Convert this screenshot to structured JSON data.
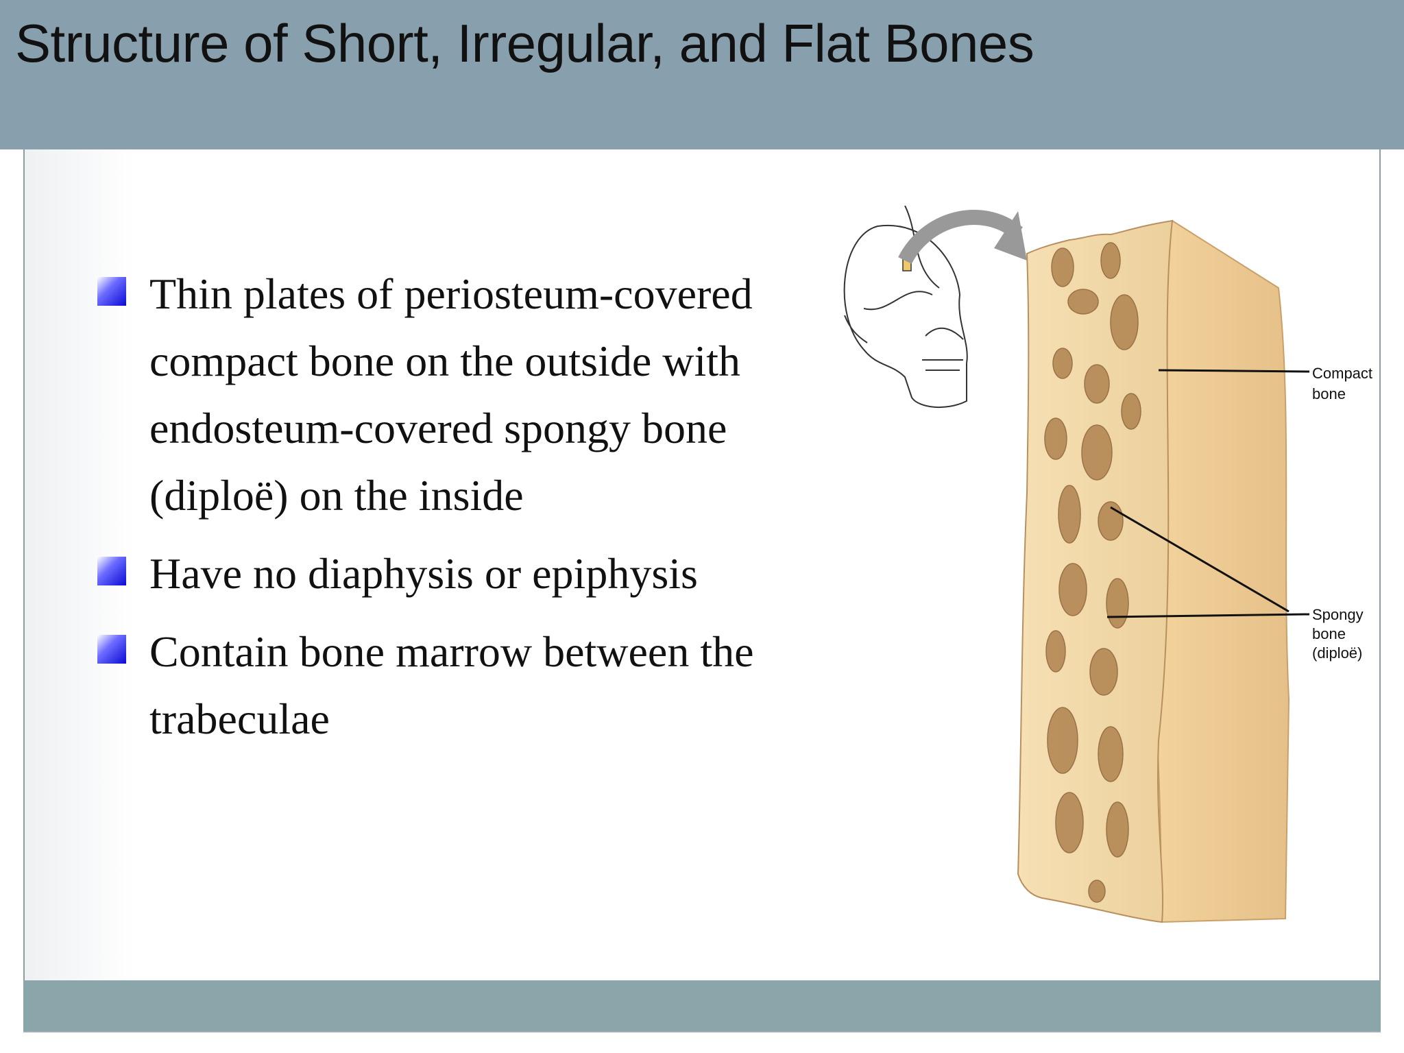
{
  "slide": {
    "title": "Structure of Short, Irregular, and Flat Bones",
    "bullets": [
      "Thin plates of periosteum-covered compact bone on the outside with endosteum-covered spongy bone (diploë) on the inside",
      "Have no diaphysis or epiphysis",
      "Contain bone marrow between the trabeculae"
    ]
  },
  "illustration": {
    "label_compact_1": "Compact",
    "label_compact_2": "bone",
    "label_spongy_1": "Spongy",
    "label_spongy_2": "bone",
    "label_spongy_3": "(diploë)"
  },
  "colors": {
    "header": "#88a0ad",
    "footer": "#8aa6ab",
    "bone_face": "#f2cf95",
    "bone_side": "#e9c388",
    "bullet_marker": "#0a0ad6"
  }
}
